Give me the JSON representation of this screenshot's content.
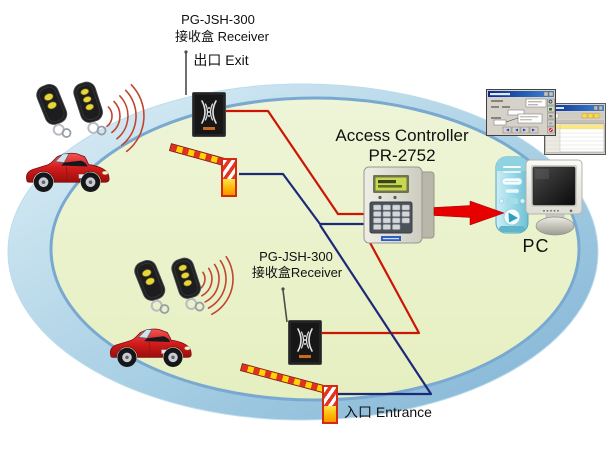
{
  "diagram": {
    "exit_station": {
      "model": "PG-JSH-300",
      "device": "接收盒 Receiver",
      "gate_label": "出口 Exit"
    },
    "entrance_station": {
      "model": "PG-JSH-300",
      "device": "接收盒Receiver",
      "gate_label": "入口 Entrance"
    },
    "controller": {
      "name": "Access Controller",
      "model": "PR-2752"
    },
    "pc_label": "PC",
    "colors": {
      "receiver_wire": "#cc1505",
      "gate_wire": "#1d2a78",
      "signal_arc": "#c0452e",
      "arrow_red": "#e60000",
      "zone_fill": "#eaf2cb",
      "zone_rim_edge": "#79a9d0"
    }
  }
}
